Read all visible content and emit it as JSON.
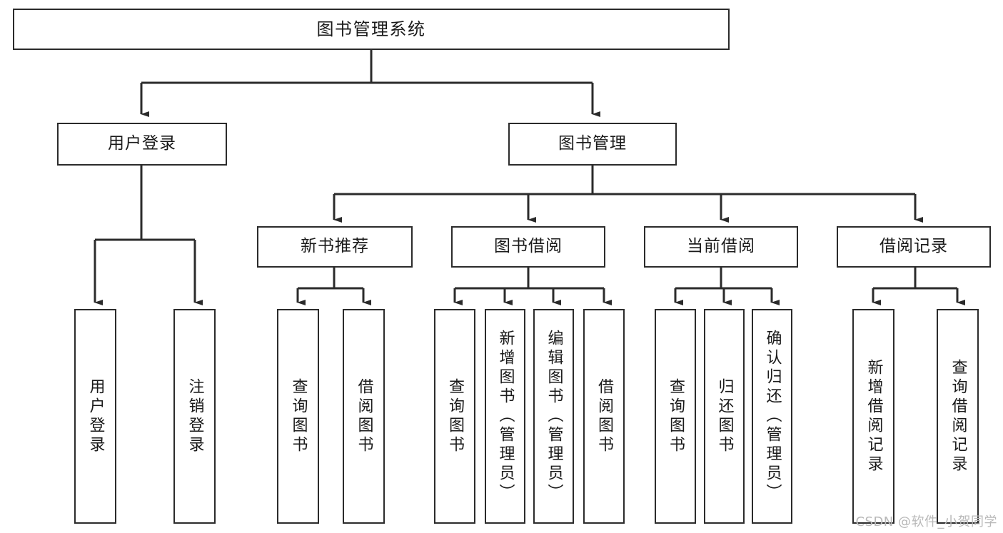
{
  "diagram": {
    "type": "tree-hierarchy",
    "title": "图书管理系统",
    "orientation": "top-down",
    "colors": {
      "box_border": "#2b2b2b",
      "box_fill": "#ffffff",
      "edge": "#2b2b2b",
      "text": "#1a1a1a",
      "watermark": "#b8b8b8",
      "background": "#ffffff"
    }
  },
  "nodes": {
    "root": {
      "label": "图书管理系统"
    },
    "level2": [
      {
        "id": "user-login",
        "label": "用户登录"
      },
      {
        "id": "book-manage",
        "label": "图书管理"
      }
    ],
    "level3": [
      {
        "id": "new-book-recommend",
        "label": "新书推荐"
      },
      {
        "id": "book-borrow",
        "label": "图书借阅"
      },
      {
        "id": "current-borrow",
        "label": "当前借阅"
      },
      {
        "id": "borrow-record",
        "label": "借阅记录"
      }
    ],
    "leaves": {
      "user_login": [
        {
          "id": "leaf-user-login",
          "label": "用户登录"
        },
        {
          "id": "leaf-logout-login",
          "label": "注销登录"
        }
      ],
      "new_book_recommend": [
        {
          "id": "leaf-query-book-1",
          "label": "查询图书"
        },
        {
          "id": "leaf-borrow-book-1",
          "label": "借阅图书"
        }
      ],
      "book_borrow": [
        {
          "id": "leaf-query-book-2",
          "label": "查询图书"
        },
        {
          "id": "leaf-add-book",
          "label": "新增图书（管理员）"
        },
        {
          "id": "leaf-edit-book",
          "label": "编辑图书（管理员）"
        },
        {
          "id": "leaf-borrow-book-2",
          "label": "借阅图书"
        }
      ],
      "current_borrow": [
        {
          "id": "leaf-query-book-3",
          "label": "查询图书"
        },
        {
          "id": "leaf-return-book",
          "label": "归还图书"
        },
        {
          "id": "leaf-confirm-return",
          "label": "确认归还（管理员）"
        }
      ],
      "borrow_record": [
        {
          "id": "leaf-add-record",
          "label": "新增借阅记录"
        },
        {
          "id": "leaf-query-record",
          "label": "查询借阅记录"
        }
      ]
    }
  },
  "watermark": {
    "text": "CSDN @软件_小贺同学"
  }
}
